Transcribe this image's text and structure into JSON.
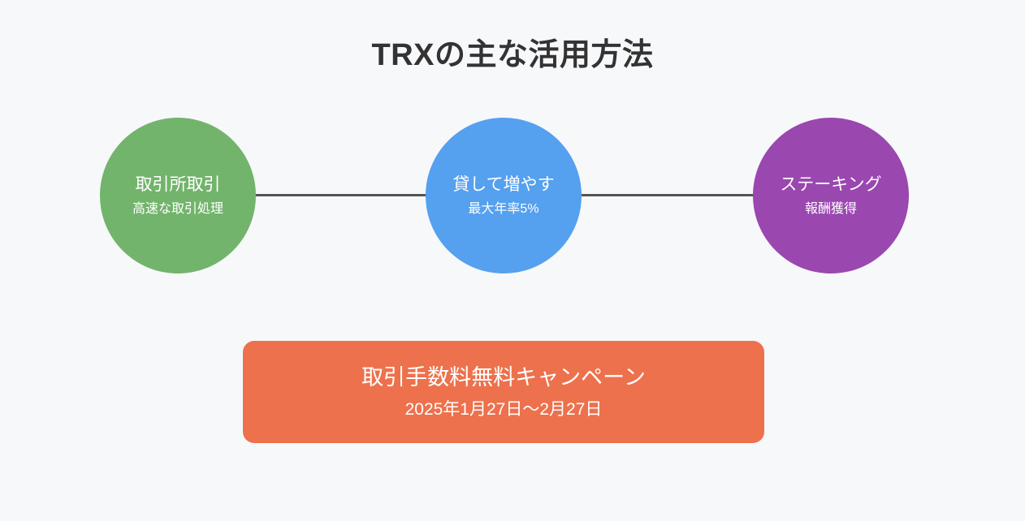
{
  "page": {
    "background_color": "#f7f8fa",
    "title": "TRXの主な活用方法",
    "title_color": "#333333"
  },
  "diagram": {
    "type": "node-flow",
    "connector_color": "#555555",
    "nodes": [
      {
        "id": "exchange-trading",
        "title": "取引所取引",
        "subtitle": "高速な取引処理",
        "color": "#72b46b",
        "text_color": "#ffffff"
      },
      {
        "id": "lending",
        "title": "貸して増やす",
        "subtitle": "最大年率5%",
        "color": "#55a0ef",
        "text_color": "#ffffff"
      },
      {
        "id": "staking",
        "title": "ステーキング",
        "subtitle": "報酬獲得",
        "color": "#9a47b0",
        "text_color": "#ffffff"
      }
    ]
  },
  "banner": {
    "id": "campaign-banner",
    "title": "取引手数料無料キャンペーン",
    "subtitle": "2025年1月27日〜2月27日",
    "color": "#ed714c",
    "text_color": "#ffffff"
  }
}
